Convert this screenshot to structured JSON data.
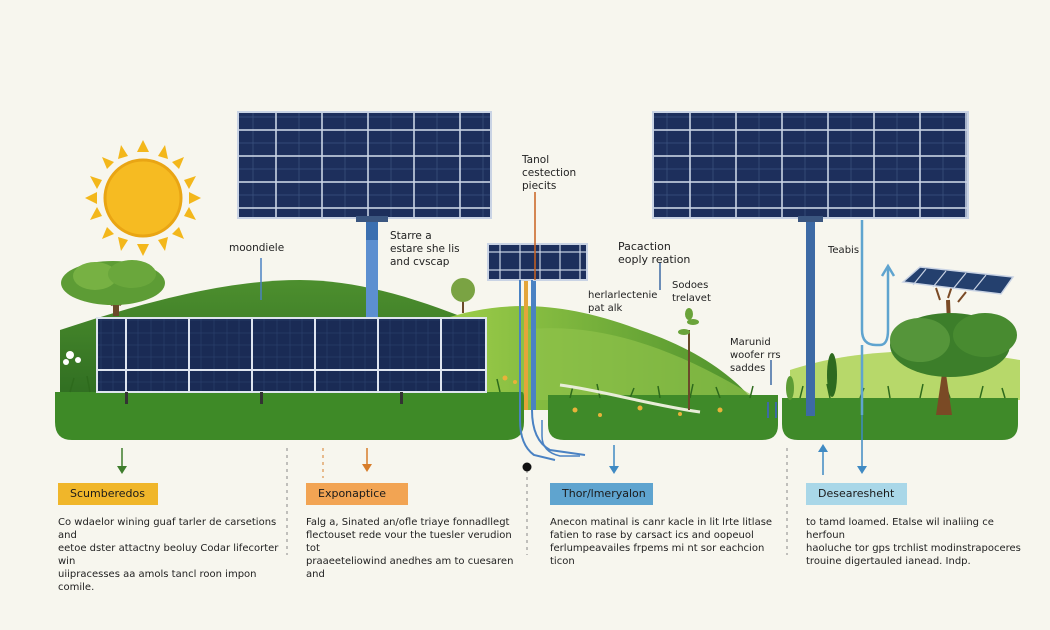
{
  "colors": {
    "background": "#f7f6ee",
    "panel": "#1d2f5c",
    "grass": "#3f8a2a",
    "sun": "#f3b71b",
    "card1": "#f0b62a",
    "card2": "#f2a453",
    "card3": "#5fa4cf",
    "card4": "#a9d7e8"
  },
  "labels": {
    "moondiele": "moondiele",
    "starre": "Starre a\nestare she lis\nand cvscap",
    "tanol": "Tanol\ncestection\npiecits",
    "pacaction": "Pacaction\neoply reation",
    "herlarlectenie": "herlarlectenie\npat alk",
    "sodoes": "Sodoes\ntrelavet",
    "marunid": "Marunid\nwoofer rrs\nsaddes",
    "teabis": "Teabis"
  },
  "cards": [
    {
      "title": "Scumberedos",
      "body": "Co wdaelor wining guaf tarler de carsetions and\neetoe dster attactny beoluy Codar lifecorter win\nuiipracesses aa amols tancl roon impon comile."
    },
    {
      "title": "Exponaptice",
      "body": "Falg a, Sinated an/ofle triaye fonnadllegt\nflectouset rede vour the tuesler verudion tot\npraaeeteliowind anedhes am to cuesaren and"
    },
    {
      "title": "Thor/lmeryalon",
      "body": "Anecon matinal is canr kacle in lit lrte litlase\nfatien to rase by carsact ics and oopeuol\nferlumpeavailes frpems mi nt sor eachcion ticon"
    },
    {
      "title": "Desearesheht",
      "body": "to tamd loamed. Etalse wil inaliing ce herfoun\nhaoluche tor gps trchlist modinstrapoceres\ntrouine digertauled ianead. Indp."
    }
  ]
}
